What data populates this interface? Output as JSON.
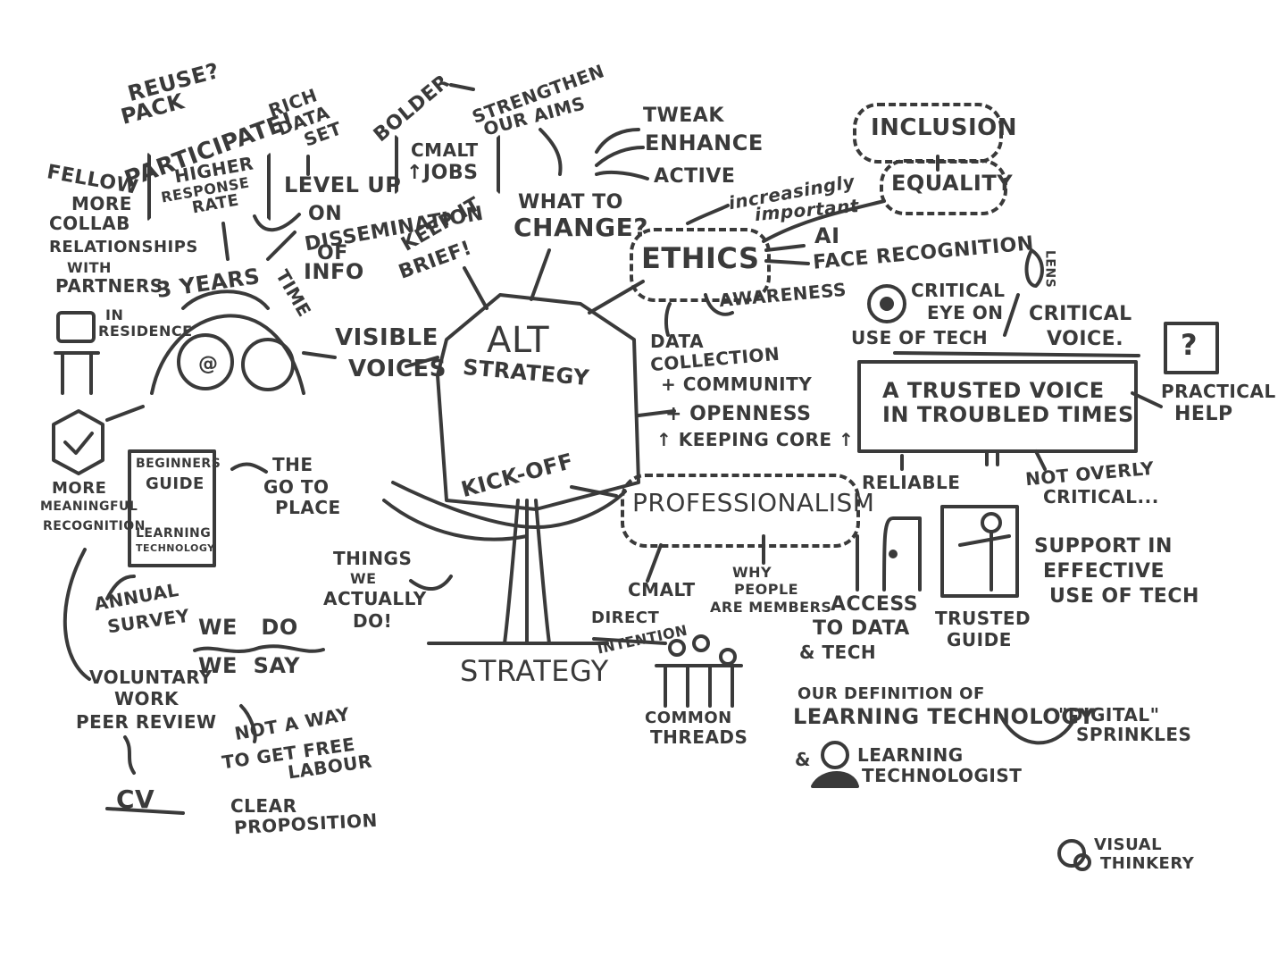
{
  "title": "ALT Strategy Kick-Off",
  "credit": {
    "line1": "Visual",
    "line2": "Thinkery"
  },
  "colors": {
    "ink": "#3a3a3a",
    "background": "#ffffff"
  },
  "center": {
    "line1": "ALT",
    "line2": "Strategy",
    "line3": "Kick-Off",
    "roots_label": "Strategy"
  },
  "top_left": {
    "reuse": "Reuse?",
    "pack": "Pack",
    "participate": "Participate!",
    "rich_data_set": [
      "Rich",
      "Data",
      "Set"
    ],
    "fellow": "Fellow",
    "more_collab": [
      "More",
      "Collab",
      "Relationships",
      "with",
      "Partners"
    ],
    "higher_response_rate": [
      "Higher",
      "Response",
      "Rate"
    ],
    "level_up": [
      "Level Up",
      "on",
      "Dissemination",
      "of",
      "Info"
    ],
    "bolder": "Bolder",
    "cmalt_jobs": [
      "CMALT",
      "↑Jobs"
    ],
    "keep_it_brief": [
      "Keep it",
      "Brief!"
    ],
    "strengthen": [
      "Strengthen",
      "our aims"
    ]
  },
  "change": {
    "question": [
      "What to",
      "Change?"
    ],
    "options": [
      "Tweak",
      "Enhance",
      "Active"
    ]
  },
  "ethics": {
    "label": "Ethics",
    "note": [
      "increasingly",
      "important"
    ],
    "values": [
      "Inclusion",
      "Equality"
    ],
    "branches": [
      "AI",
      "Face Recognition",
      "Awareness",
      "Data",
      "Collection"
    ]
  },
  "critical": {
    "eye": [
      "Critical",
      "Eye on",
      "Use of Tech"
    ],
    "lens": "Lens",
    "voice": [
      "Critical",
      "Voice."
    ]
  },
  "trusted_voice": {
    "sign": [
      "A Trusted Voice",
      "in Troubled Times"
    ],
    "help_icon": "?",
    "practical_help": [
      "Practical",
      "Help"
    ],
    "reliable": "Reliable",
    "not_overly_critical": [
      "Not Overly",
      "Critical..."
    ]
  },
  "left_person": {
    "years": "3 Years",
    "time": "Time",
    "in_residence": [
      "In",
      "Residence"
    ],
    "visible_voices": [
      "Visible",
      "Voices"
    ],
    "recognition": [
      "More",
      "Meaningful",
      "Recognition"
    ]
  },
  "guide_book": {
    "cover": [
      "Beginners",
      "Guide",
      "Learning",
      "Technology"
    ],
    "go_to_place": [
      "The",
      "Go to",
      "Place"
    ],
    "annual_survey": [
      "Annual",
      "Survey"
    ]
  },
  "values_row": {
    "we_do": "We   Do",
    "we_say": "We  Say",
    "things_we_do": [
      "Things",
      "we",
      "Actually",
      "Do!"
    ]
  },
  "voluntary": {
    "work": [
      "Voluntary",
      "Work",
      "Peer Review"
    ],
    "cv": "CV",
    "not_free_labour": [
      "Not a Way",
      "to Get Free",
      "Labour"
    ],
    "clear_proposition": [
      "Clear",
      "Proposition"
    ]
  },
  "core": {
    "items": [
      "+ Community",
      "+ Openness",
      "↑ Keeping Core ↑"
    ],
    "professionalism": "Professionalism",
    "cmalt": "CMALT",
    "why_members": [
      "Why",
      "People",
      "Are Members"
    ],
    "direct_intention": [
      "Direct",
      "Intention"
    ],
    "common_threads": [
      "Common",
      "Threads"
    ],
    "access": [
      "Access",
      "to Data",
      "& Tech"
    ]
  },
  "support": {
    "trusted_guide": [
      "Trusted",
      "Guide"
    ],
    "effective_use": [
      "Support in",
      "Effective",
      "Use of Tech"
    ]
  },
  "definition": {
    "line1": "Our Definition of",
    "line2": "Learning Technology",
    "amp": "&",
    "technologist": [
      "Learning",
      "Technologist"
    ],
    "sprinkles": [
      "\"Digital\"",
      "Sprinkles"
    ]
  }
}
